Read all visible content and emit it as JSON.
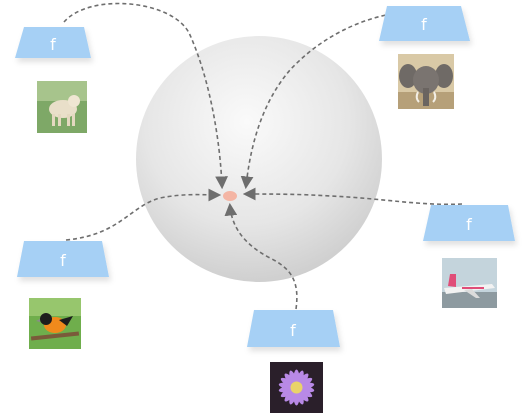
{
  "encoders": [
    {
      "id": "dog",
      "label": "f"
    },
    {
      "id": "elephant",
      "label": "f"
    },
    {
      "id": "bird",
      "label": "f"
    },
    {
      "id": "flower",
      "label": "f"
    },
    {
      "id": "airplane",
      "label": "f"
    }
  ],
  "images": [
    {
      "id": "dog",
      "icon": "dog-photo-icon"
    },
    {
      "id": "elephant",
      "icon": "elephant-photo-icon"
    },
    {
      "id": "bird",
      "icon": "bird-photo-icon"
    },
    {
      "id": "flower",
      "icon": "flower-photo-icon"
    },
    {
      "id": "airplane",
      "icon": "airplane-photo-icon"
    }
  ],
  "colors": {
    "encoder_fill": "#a6d0f5",
    "sphere_light": "#fbfbfb",
    "sphere_dark": "#c8c8c8",
    "center_point": "#f4b5a4",
    "arrow": "#6e6e6e"
  }
}
